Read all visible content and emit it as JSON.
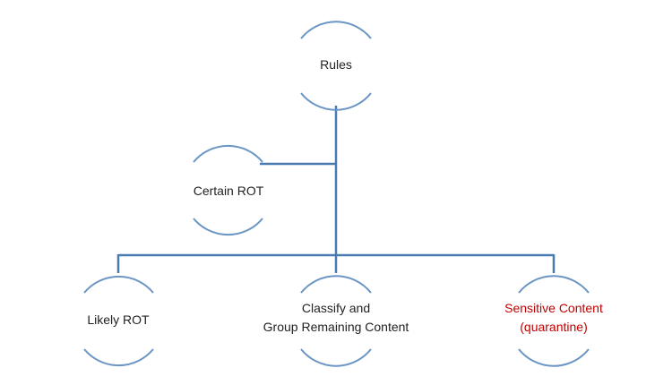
{
  "nodes": {
    "rules": {
      "label": "Rules"
    },
    "certain_rot": {
      "label": "Certain ROT"
    },
    "likely_rot": {
      "label": "Likely ROT"
    },
    "classify": {
      "line1": "Classify and",
      "line2": "Group Remaining Content"
    },
    "sensitive": {
      "line1": "Sensitive Content",
      "line2": "(quarantine)"
    }
  },
  "colors": {
    "connector": "#4a7bb0",
    "node_outline": "#6a95c4",
    "text": "#222222",
    "sensitive_text": "#c00000"
  }
}
